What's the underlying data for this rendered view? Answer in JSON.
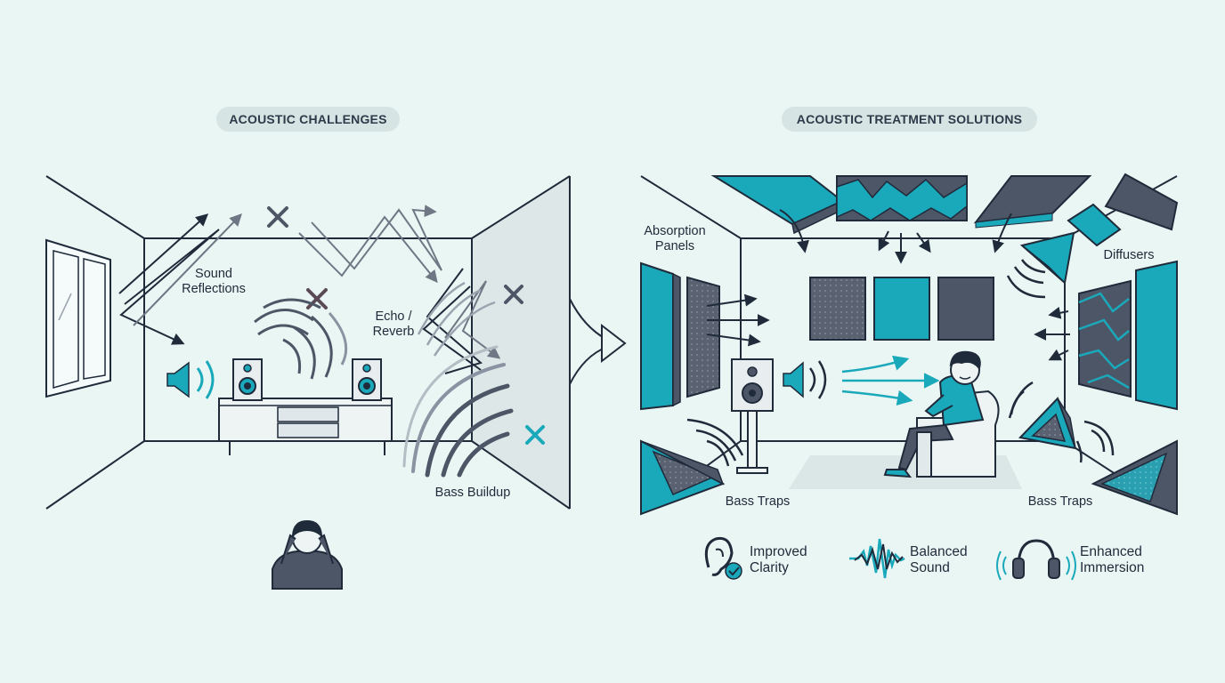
{
  "left_panel": {
    "title": "ACOUSTIC CHALLENGES",
    "labels": {
      "sound_reflections": "Sound\nReflections",
      "echo_reverb": "Echo /\nReverb",
      "bass_buildup": "Bass Buildup"
    }
  },
  "right_panel": {
    "title": "ACOUSTIC TREATMENT SOLUTIONS",
    "labels": {
      "absorption_panels": "Absorption\nPanels",
      "diffusers": "Diffusers",
      "bass_traps_left": "Bass Traps",
      "bass_traps_right": "Bass Traps"
    },
    "benefits": [
      {
        "icon": "ear-check-icon",
        "label": "Improved\nClarity"
      },
      {
        "icon": "waveform-icon",
        "label": "Balanced\nSound"
      },
      {
        "icon": "headphones-icon",
        "label": "Enhanced\nImmersion"
      }
    ]
  },
  "colors": {
    "background": "#eaf6f4",
    "line": "#1f2a3a",
    "teal": "#1aa9bb",
    "slate": "#4d5666",
    "x_mark": "#5a4a55"
  }
}
